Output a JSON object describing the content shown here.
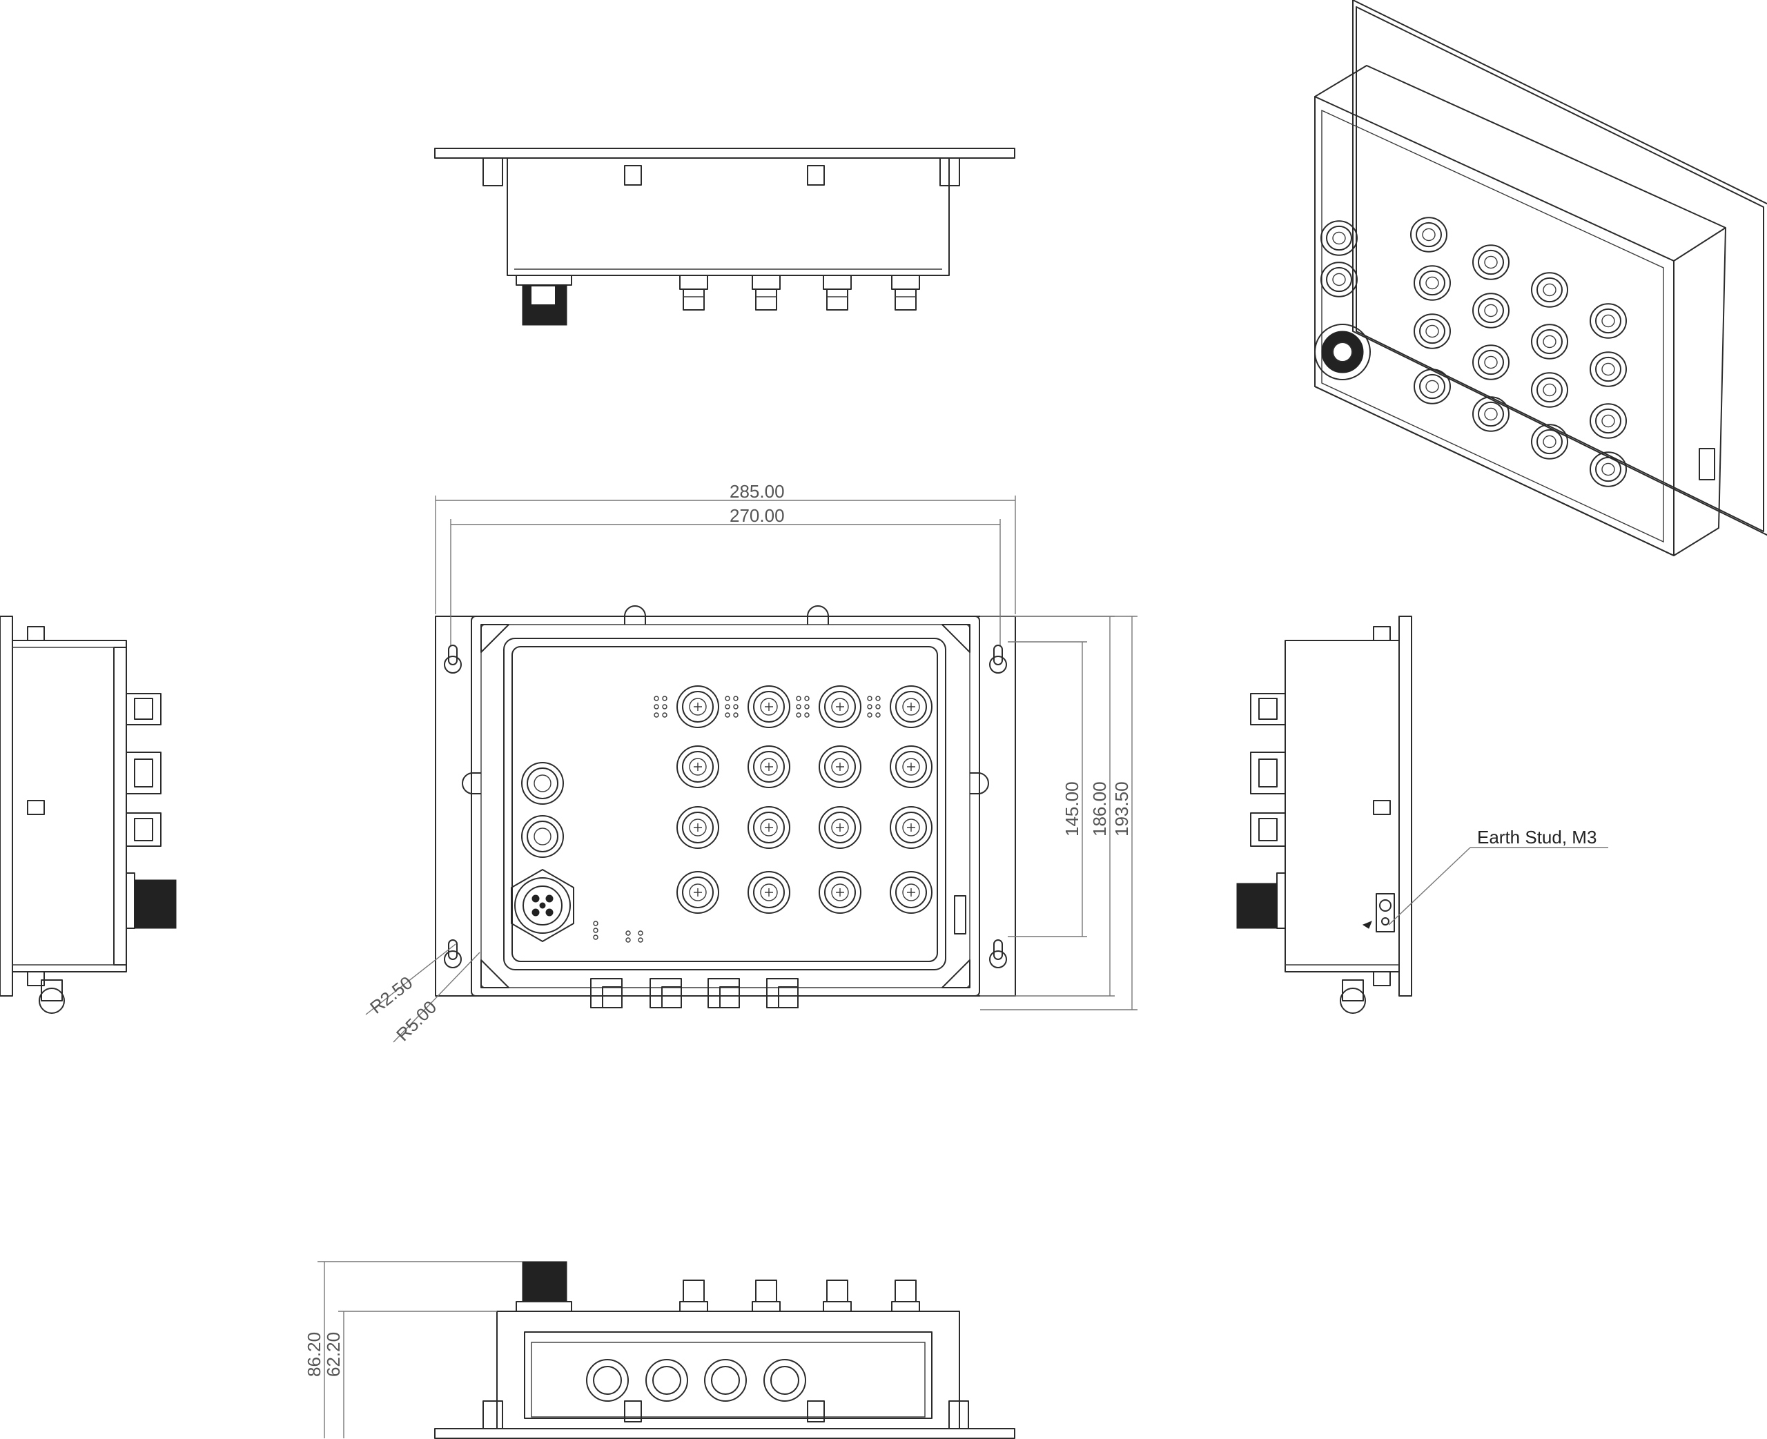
{
  "dimensions": {
    "width_outer": "285.00",
    "width_inner": "270.00",
    "height_inner": "145.00",
    "height_mid": "186.00",
    "height_outer": "193.50",
    "radius_small": "R2.50",
    "radius_large": "R5.00",
    "depth_total": "86.20",
    "depth_body": "62.20"
  },
  "callouts": {
    "earth_stud": "Earth Stud, M3"
  },
  "colors": {
    "line": "#2b2b2b",
    "dimension": "#777777",
    "background": "#ffffff"
  }
}
